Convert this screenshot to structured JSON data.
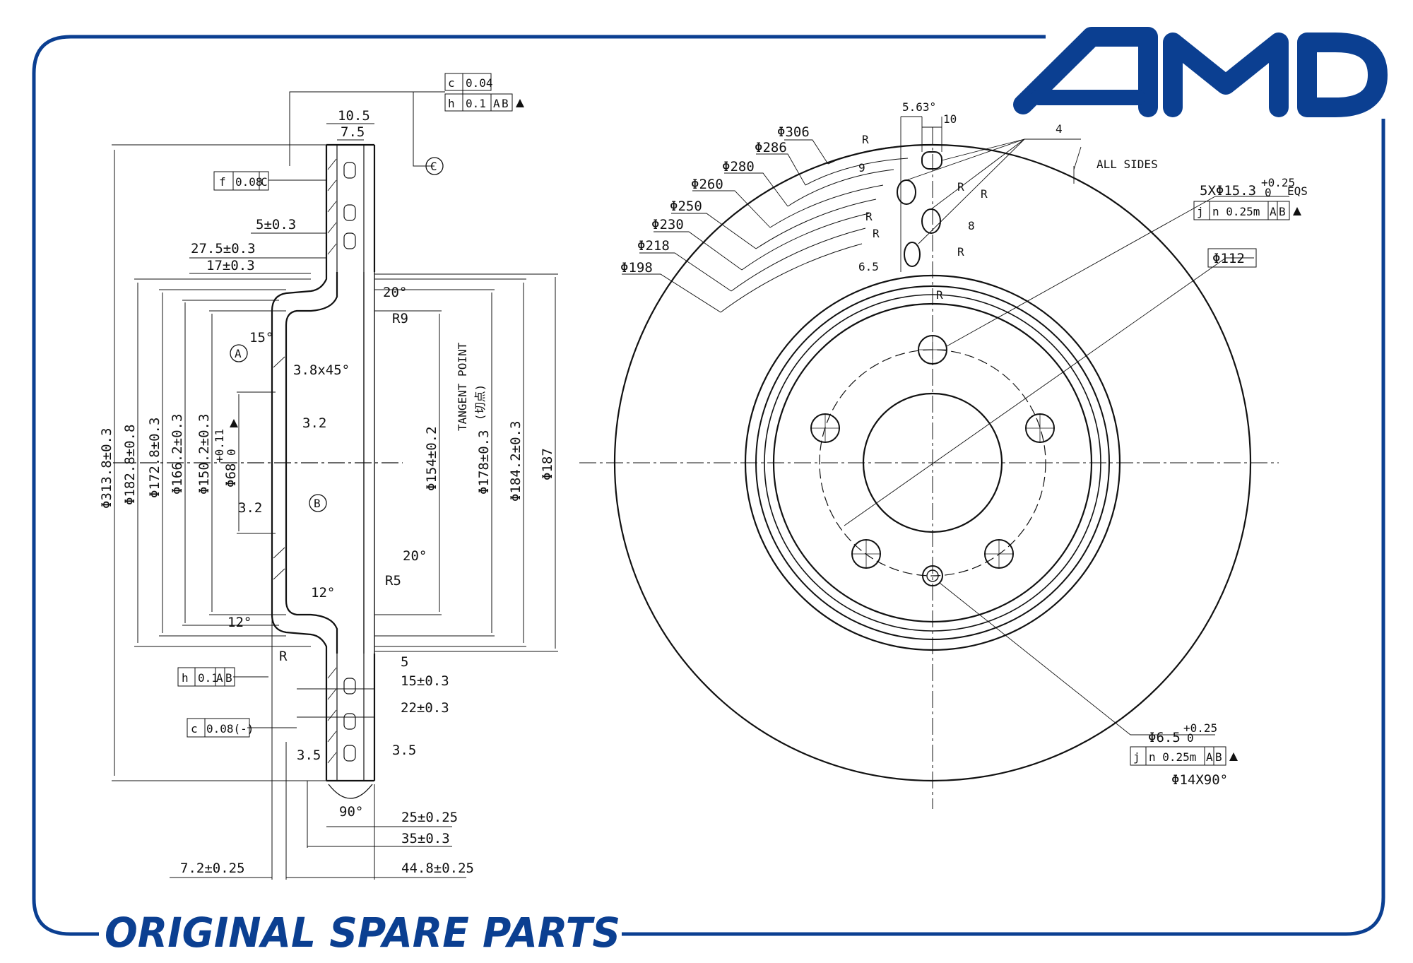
{
  "brand": {
    "logo_text": "AMD",
    "tagline": "ORIGINAL SPARE PARTS",
    "color": "#0b3f91"
  },
  "section": {
    "dims_h": [
      "10.5",
      "7.5",
      "5±0.3",
      "27.5±0.3",
      "17±0.3",
      "3.8x45°",
      "R9",
      "20°",
      "15°",
      "20°",
      "R5",
      "12°",
      "12°",
      "R",
      "5",
      "15±0.3",
      "22±0.3",
      "3.5",
      "3.5",
      "90°",
      "25±0.25",
      "35±0.3",
      "7.2±0.25",
      "44.8±0.25",
      "3.2",
      "3.2"
    ],
    "dims_v": [
      "Φ313.8±0.3",
      "Φ182.8±0.8",
      "Φ172.8±0.3",
      "Φ166.2±0.3",
      "Φ150.2±0.3",
      "Φ68",
      "+0.11",
      "0",
      "Φ154±0.2",
      "Φ178±0.3",
      "Φ184.2±0.3",
      "Φ187"
    ],
    "tangent": "TANGENT POINT",
    "tangent_cn": "(切点)",
    "datums": [
      "A",
      "B",
      "C"
    ],
    "fcf_top": [
      "c",
      "0.04",
      "h",
      "0.1",
      "A",
      "B"
    ],
    "fcf_f": [
      "f",
      "0.08",
      "C"
    ],
    "fcf_h": [
      "h",
      "0.1",
      "A",
      "B"
    ],
    "fcf_c": [
      "c",
      "0.08(-)"
    ]
  },
  "face": {
    "diameters": [
      "Φ306",
      "Φ286",
      "Φ280",
      "Φ260",
      "Φ250",
      "Φ230",
      "Φ218",
      "Φ198"
    ],
    "slot_dims": [
      "5.63°",
      "10",
      "4",
      "ALL SIDES",
      "9",
      "8",
      "6.5",
      "R",
      "R",
      "R",
      "R",
      "R",
      "R",
      "R"
    ],
    "bolt": "5XΦ15.3",
    "bolt_tol": "+0.25",
    "bolt_tol0": "0",
    "eqs": "EQS",
    "bolt_fcf": [
      "j",
      "n 0.25m",
      "A",
      "B"
    ],
    "pcd": "Φ112",
    "pin": "Φ6.5",
    "pin_tol": "+0.25",
    "pin_tol0": "0",
    "pin_fcf": [
      "j",
      "n 0.25m",
      "A",
      "B"
    ],
    "csk": "Φ14X90°"
  }
}
